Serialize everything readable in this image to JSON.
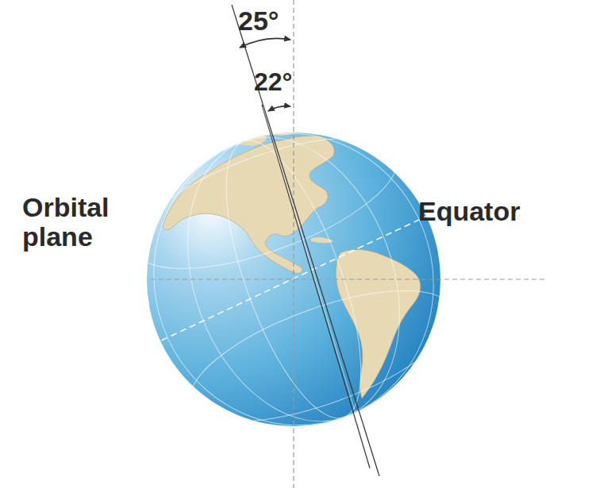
{
  "diagram": {
    "labels": [
      "25°",
      "22°",
      "Orbital plane",
      "Equator"
    ]
  }
}
